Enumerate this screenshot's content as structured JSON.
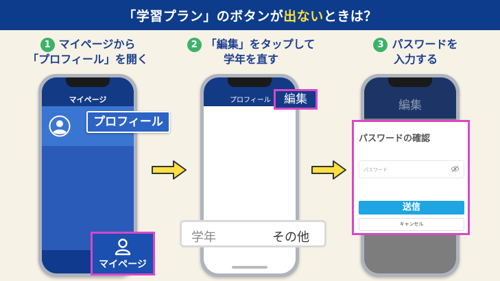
{
  "header": {
    "title_prefix": "「学習プラン」のボタンが",
    "title_highlight": "出ない",
    "title_suffix": "ときは？"
  },
  "steps": [
    {
      "num": "1",
      "line1": "マイページから",
      "line2": "「プロフィール」を開く"
    },
    {
      "num": "2",
      "line1": "「編集」をタップして",
      "line2": "学年を直す"
    },
    {
      "num": "3",
      "line1": "パスワードを",
      "line2": "入力する"
    }
  ],
  "phone1": {
    "topbar_title": "マイページ",
    "profile_label": "プロフィール",
    "mypage_label": "マイページ"
  },
  "phone2": {
    "topbar_title": "プロフィール",
    "edit_label": "編集",
    "grade_label": "学年",
    "grade_value": "その他"
  },
  "phone3": {
    "topbar_title": "編集",
    "dialog_title": "パスワードの確認",
    "password_placeholder": "パスワード",
    "send_label": "送信",
    "cancel_label": "キャンセル"
  },
  "colors": {
    "header_bg": "#0e3c8c",
    "highlight": "#ffe03a",
    "accent_magenta": "#d946c8",
    "step_number_green": "#3cb26a",
    "send_blue": "#1ea5e2",
    "arrow_yellow": "#ffe040"
  },
  "icons": {
    "user": "user-circle-icon",
    "person": "person-icon",
    "eye_off": "eye-off-icon",
    "arrow": "right-arrow-icon"
  }
}
